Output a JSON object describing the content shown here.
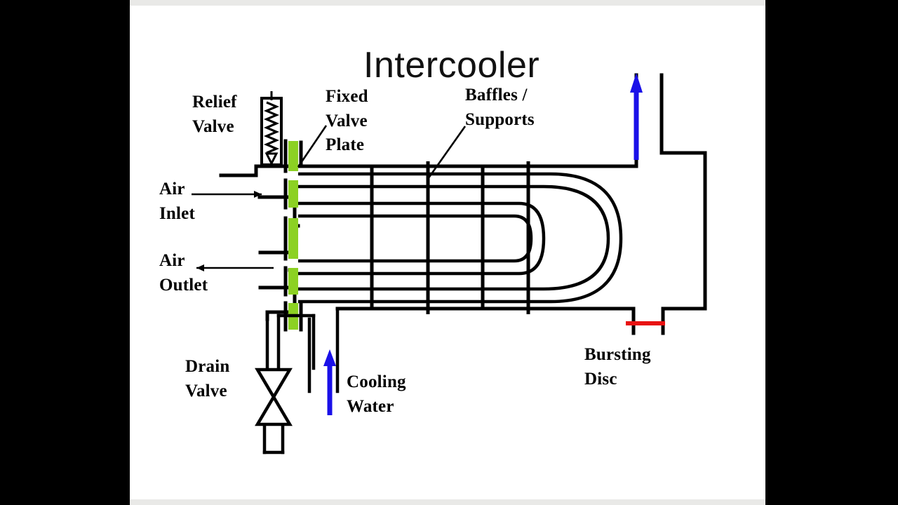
{
  "slide": {
    "title": "Intercooler",
    "background_color": "#ffffff",
    "letterbox_color": "#000000"
  },
  "colors": {
    "line": "#000000",
    "valve_plate_green": "#8CD123",
    "flow_arrow_blue": "#1A10E8",
    "bursting_disc_red": "#E81212",
    "slide_white": "#ffffff",
    "slide_edge_gray": "#e9e9e7"
  },
  "labels": {
    "relief_valve": "Relief\nValve",
    "fixed_valve_plate": "Fixed\nValve\nPlate",
    "baffles_supports": "Baffles /\nSupports",
    "air_inlet": "Air\nInlet",
    "air_outlet": "Air\nOutlet",
    "drain_valve": "Drain\nValve",
    "cooling_water": "Cooling\nWater",
    "bursting_disc": "Bursting\nDisc"
  },
  "components": {
    "shell": {
      "name": "shell-body",
      "description": "Rectangular pressure vessel shell outline"
    },
    "valve_plates": {
      "name": "fixed-valve-plate",
      "count": 5,
      "color": "#8CD123"
    },
    "tube_rows": {
      "name": "cooling-tube-rows",
      "count": 4,
      "description": "Horizontal paired tube lines forming U-bend hairpins"
    },
    "baffles": {
      "name": "baffle-supports",
      "count": 4,
      "description": "Vertical baffle / support plates crossing tube bundle"
    },
    "relief_valve": {
      "name": "relief-valve",
      "symbol": "spring-loaded-relief"
    },
    "drain_valve": {
      "name": "drain-valve",
      "symbol": "bowtie-gate-valve"
    },
    "bursting_disc": {
      "name": "bursting-disc",
      "symbol": "red-rupture-line",
      "color": "#E81212"
    },
    "flow_arrows": [
      {
        "name": "air-inlet-arrow",
        "direction": "right",
        "color": "#000000"
      },
      {
        "name": "air-outlet-arrow",
        "direction": "left",
        "color": "#000000"
      },
      {
        "name": "cooling-water-inlet-arrow",
        "direction": "up",
        "color": "#1A10E8"
      },
      {
        "name": "cooling-water-outlet-arrow",
        "direction": "up",
        "color": "#1A10E8"
      }
    ]
  }
}
